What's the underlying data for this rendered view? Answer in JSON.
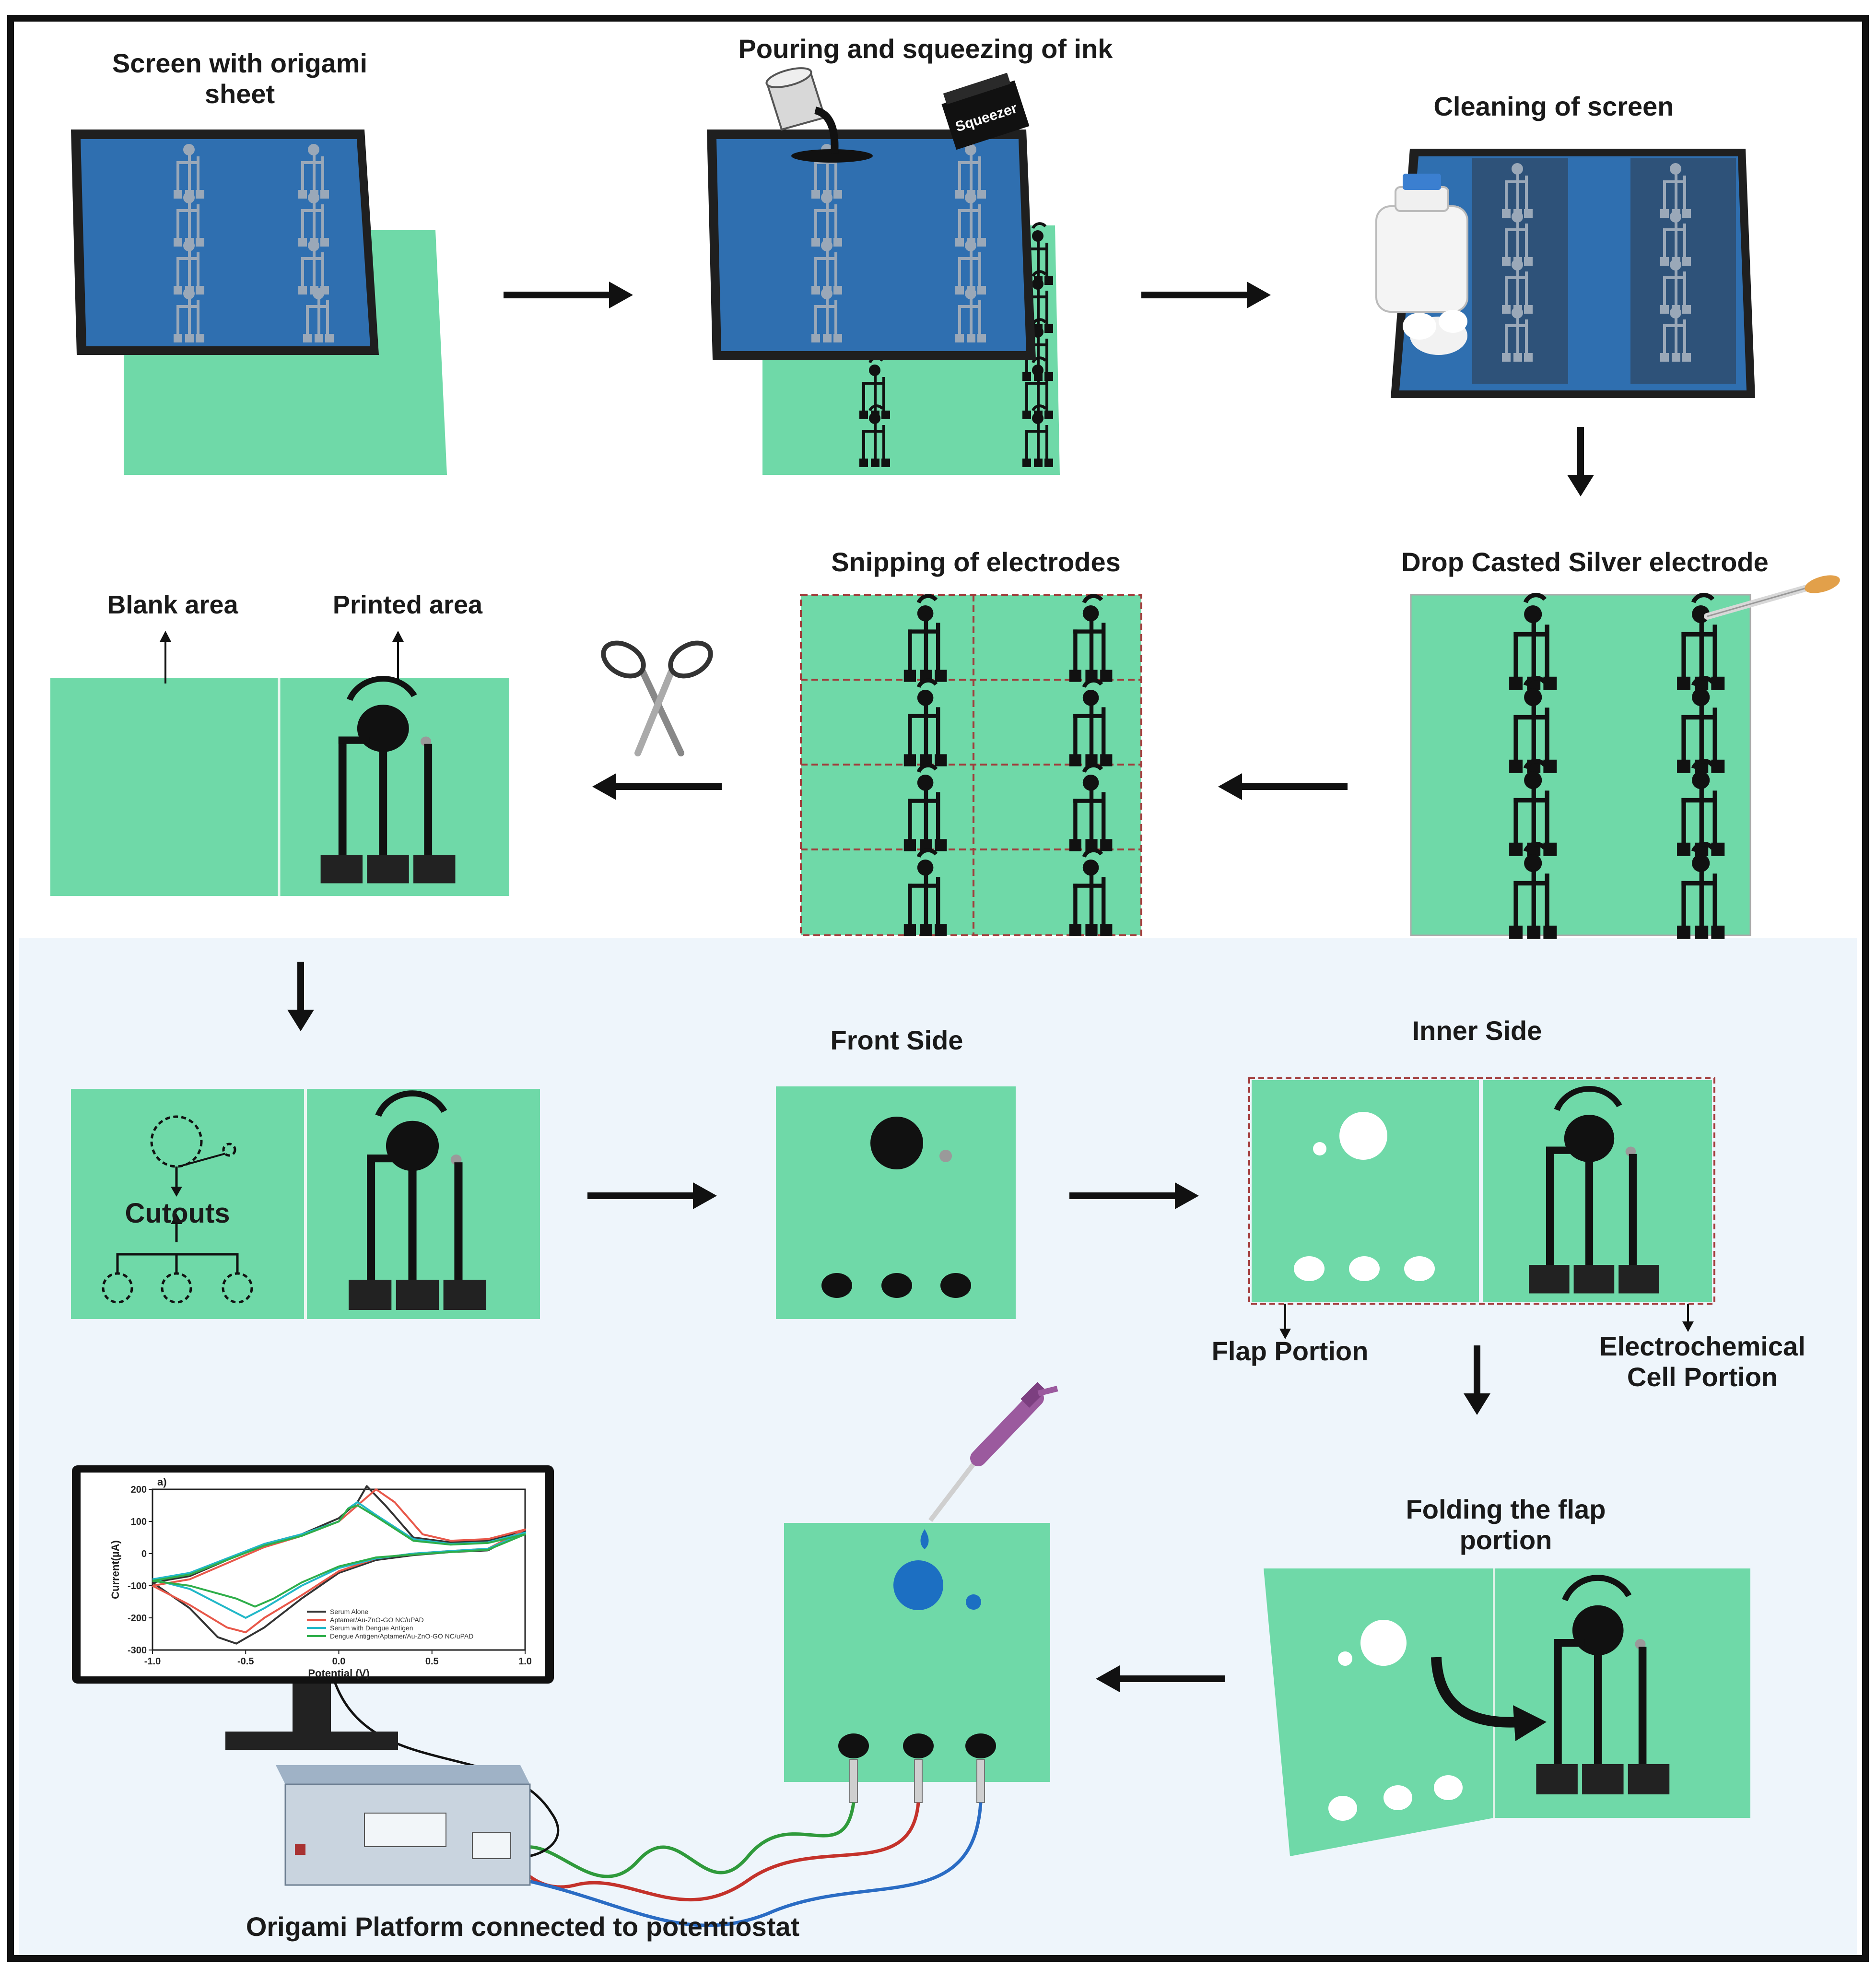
{
  "steps": {
    "screen_with_sheet": "Screen with origami\nsheet",
    "pouring": "Pouring and squeezing of ink",
    "squeezer": "Squeezer",
    "cleaning": "Cleaning of screen",
    "drop_casted": "Drop Casted Silver electrode",
    "snipping": "Snipping of electrodes",
    "blank_area": "Blank area",
    "printed_area": "Printed area",
    "cutouts": "Cutouts",
    "front_side": "Front Side",
    "inner_side": "Inner Side",
    "flap_portion": "Flap Portion",
    "electrochemical_cell": "Electrochemical\nCell Portion",
    "folding": "Folding the flap\nportion",
    "platform": "Origami Platform connected to potentiostat"
  },
  "colors": {
    "sheet_green": "#6fd9a8",
    "screen_blue": "#2f6fb0",
    "ink_black": "#1b1b1b",
    "lower_bg": "#eef5fb",
    "drop_blue": "#1c6fc2",
    "pipette_purple": "#9b5a9e"
  },
  "icons": [
    "right-arrow-icon",
    "down-arrow-icon",
    "left-arrow-icon",
    "scissors-icon",
    "ink-bucket-icon",
    "squeezer-icon",
    "wash-bottle-icon",
    "dropper-icon",
    "pipette-icon",
    "monitor-icon",
    "potentiostat-icon",
    "curved-arrow-icon"
  ],
  "chart_data": {
    "type": "line",
    "panel_label": "a)",
    "xlabel": "Potential (V)",
    "ylabel": "Current(µA)",
    "xlim": [
      -1.0,
      1.0
    ],
    "ylim": [
      -300,
      200
    ],
    "xticks": [
      "-1.0",
      "-0.5",
      "0.0",
      "0.5",
      "1.0"
    ],
    "yticks": [
      "200",
      "100",
      "0",
      "-100",
      "-200",
      "-300"
    ],
    "legend_position": "bottom-right",
    "series": [
      {
        "name": "Serum Alone",
        "color": "#333333",
        "forward": [
          [
            -1.0,
            -90
          ],
          [
            -0.8,
            -70
          ],
          [
            -0.6,
            -20
          ],
          [
            -0.4,
            30
          ],
          [
            -0.2,
            60
          ],
          [
            0.0,
            110
          ],
          [
            0.1,
            160
          ],
          [
            0.15,
            210
          ],
          [
            0.25,
            150
          ],
          [
            0.4,
            50
          ],
          [
            0.6,
            35
          ],
          [
            0.8,
            40
          ],
          [
            1.0,
            70
          ]
        ],
        "reverse": [
          [
            1.0,
            70
          ],
          [
            0.8,
            10
          ],
          [
            0.6,
            5
          ],
          [
            0.4,
            -5
          ],
          [
            0.2,
            -20
          ],
          [
            0.0,
            -60
          ],
          [
            -0.2,
            -140
          ],
          [
            -0.4,
            -230
          ],
          [
            -0.55,
            -280
          ],
          [
            -0.65,
            -260
          ],
          [
            -0.8,
            -170
          ],
          [
            -1.0,
            -90
          ]
        ]
      },
      {
        "name": "Aptamer/Au-ZnO-GO NC/uPAD",
        "color": "#e8584a",
        "forward": [
          [
            -1.0,
            -100
          ],
          [
            -0.8,
            -80
          ],
          [
            -0.6,
            -30
          ],
          [
            -0.4,
            20
          ],
          [
            -0.2,
            55
          ],
          [
            0.0,
            100
          ],
          [
            0.1,
            150
          ],
          [
            0.2,
            200
          ],
          [
            0.3,
            160
          ],
          [
            0.45,
            60
          ],
          [
            0.6,
            40
          ],
          [
            0.8,
            45
          ],
          [
            1.0,
            75
          ]
        ],
        "reverse": [
          [
            1.0,
            75
          ],
          [
            0.8,
            15
          ],
          [
            0.6,
            8
          ],
          [
            0.4,
            0
          ],
          [
            0.2,
            -15
          ],
          [
            0.0,
            -55
          ],
          [
            -0.2,
            -130
          ],
          [
            -0.4,
            -200
          ],
          [
            -0.5,
            -245
          ],
          [
            -0.6,
            -230
          ],
          [
            -0.8,
            -160
          ],
          [
            -1.0,
            -100
          ]
        ]
      },
      {
        "name": "Serum with Dengue Antigen",
        "color": "#22b8c8",
        "forward": [
          [
            -1.0,
            -80
          ],
          [
            -0.8,
            -60
          ],
          [
            -0.6,
            -15
          ],
          [
            -0.4,
            30
          ],
          [
            -0.2,
            60
          ],
          [
            0.0,
            100
          ],
          [
            0.05,
            140
          ],
          [
            0.1,
            160
          ],
          [
            0.2,
            120
          ],
          [
            0.4,
            45
          ],
          [
            0.6,
            30
          ],
          [
            0.8,
            35
          ],
          [
            1.0,
            65
          ]
        ],
        "reverse": [
          [
            1.0,
            65
          ],
          [
            0.8,
            15
          ],
          [
            0.6,
            8
          ],
          [
            0.4,
            0
          ],
          [
            0.2,
            -15
          ],
          [
            0.0,
            -45
          ],
          [
            -0.2,
            -100
          ],
          [
            -0.4,
            -170
          ],
          [
            -0.5,
            -200
          ],
          [
            -0.6,
            -170
          ],
          [
            -0.8,
            -110
          ],
          [
            -1.0,
            -80
          ]
        ]
      },
      {
        "name": "Dengue Antigen/Aptamer/Au-ZnO-GO NC/uPAD",
        "color": "#2fae4a",
        "forward": [
          [
            -1.0,
            -85
          ],
          [
            -0.8,
            -65
          ],
          [
            -0.6,
            -20
          ],
          [
            -0.4,
            25
          ],
          [
            -0.2,
            55
          ],
          [
            0.0,
            100
          ],
          [
            0.05,
            140
          ],
          [
            0.1,
            150
          ],
          [
            0.2,
            115
          ],
          [
            0.4,
            40
          ],
          [
            0.6,
            28
          ],
          [
            0.8,
            33
          ],
          [
            1.0,
            60
          ]
        ],
        "reverse": [
          [
            1.0,
            60
          ],
          [
            0.8,
            12
          ],
          [
            0.6,
            5
          ],
          [
            0.4,
            -3
          ],
          [
            0.2,
            -12
          ],
          [
            0.0,
            -40
          ],
          [
            -0.2,
            -90
          ],
          [
            -0.35,
            -140
          ],
          [
            -0.45,
            -165
          ],
          [
            -0.55,
            -140
          ],
          [
            -0.8,
            -100
          ],
          [
            -1.0,
            -85
          ]
        ]
      }
    ]
  }
}
